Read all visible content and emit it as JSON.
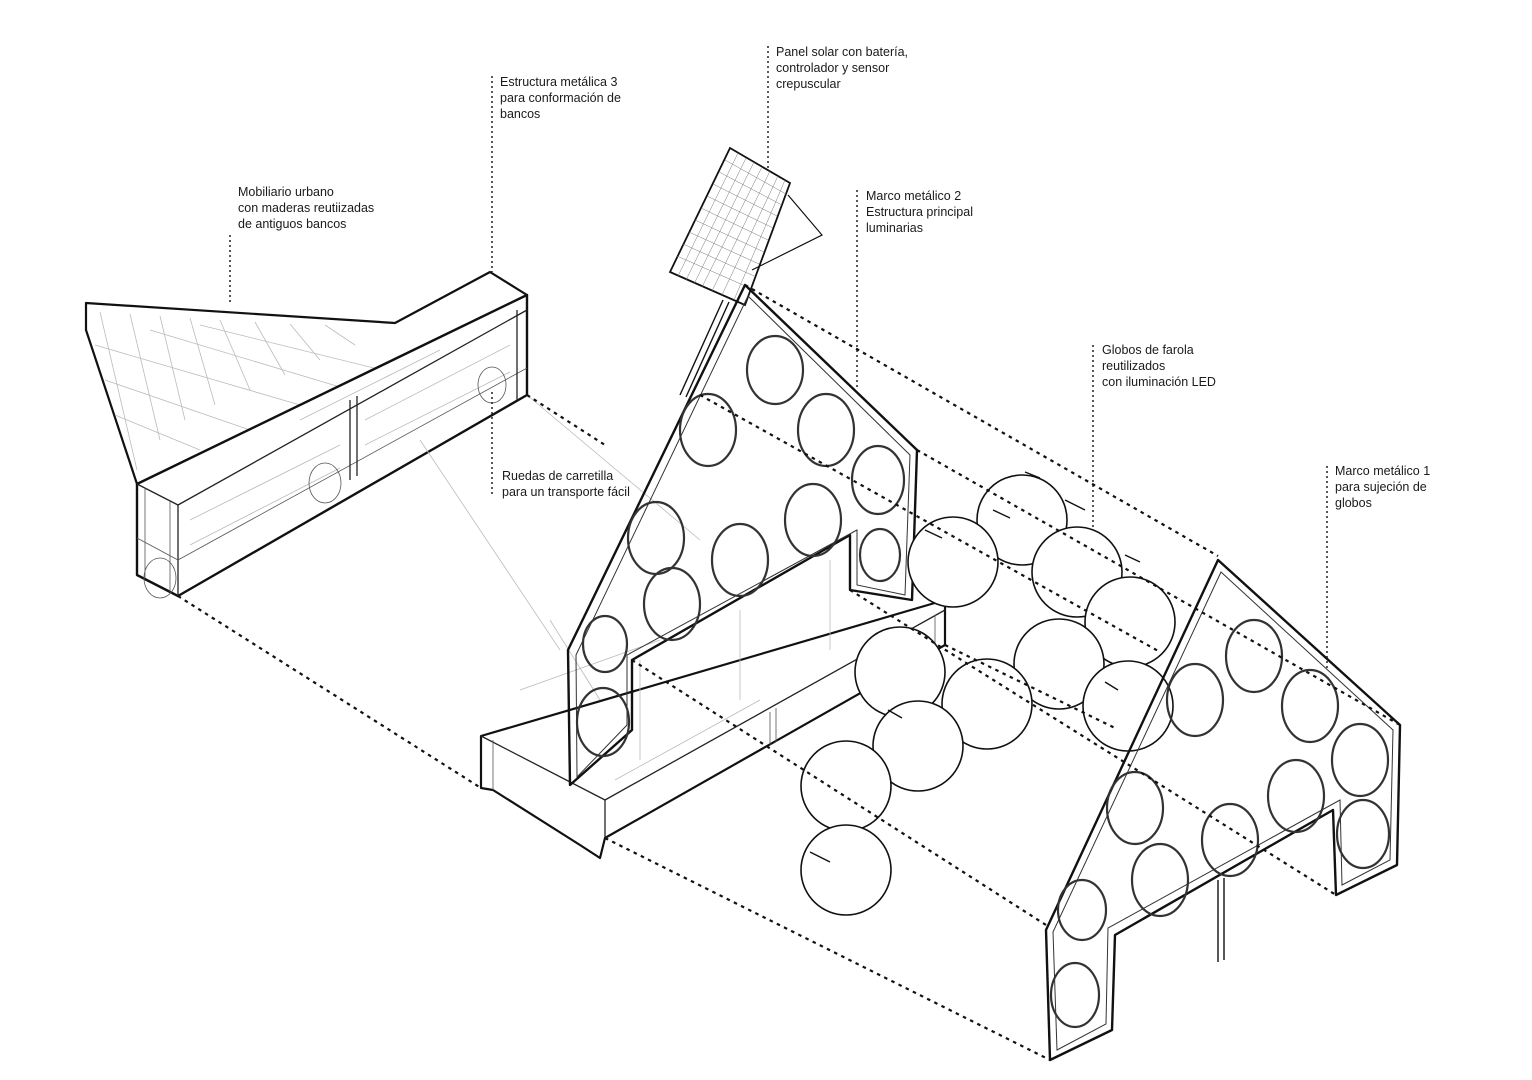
{
  "labels": {
    "bench_wood": [
      "Mobiliario urbano",
      "con maderas reutiizadas",
      "de antiguos bancos"
    ],
    "frame_3": [
      "Estructura metálica 3",
      "para conformación de",
      "bancos"
    ],
    "solar_panel": [
      "Panel solar con batería,",
      "controlador y  sensor",
      "crepuscular"
    ],
    "frame_2": [
      "Marco metálico 2",
      "Estructura principal",
      "luminarias"
    ],
    "wheels": [
      "Ruedas de carretilla",
      "para un transporte fácil"
    ],
    "globes": [
      "Globos de farola",
      "reutilizados",
      "con iluminación LED"
    ],
    "frame_1": [
      "Marco metálico 1",
      "para sujeción de",
      "globos"
    ]
  }
}
